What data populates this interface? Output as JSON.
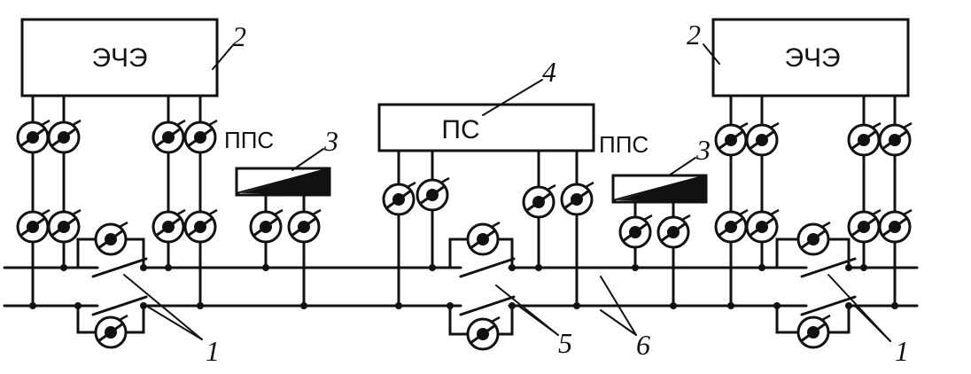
{
  "diagram": {
    "labels": {
      "ece": "ЭЧЭ",
      "ps": "ПС",
      "pps": "ППС"
    },
    "numbers": {
      "n1": "1",
      "n2": "2",
      "n3": "3",
      "n4": "4",
      "n5": "5",
      "n6": "6"
    }
  }
}
